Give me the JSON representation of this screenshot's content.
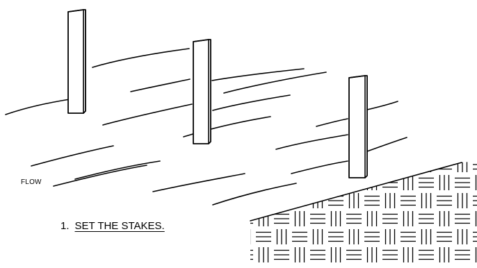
{
  "diagram": {
    "flow_label": "FLOW",
    "caption_number": "1.",
    "caption_text": "SET THE STAKES.",
    "stakes_count": 3,
    "colors": {
      "ink": "#000000",
      "background": "#ffffff"
    }
  }
}
